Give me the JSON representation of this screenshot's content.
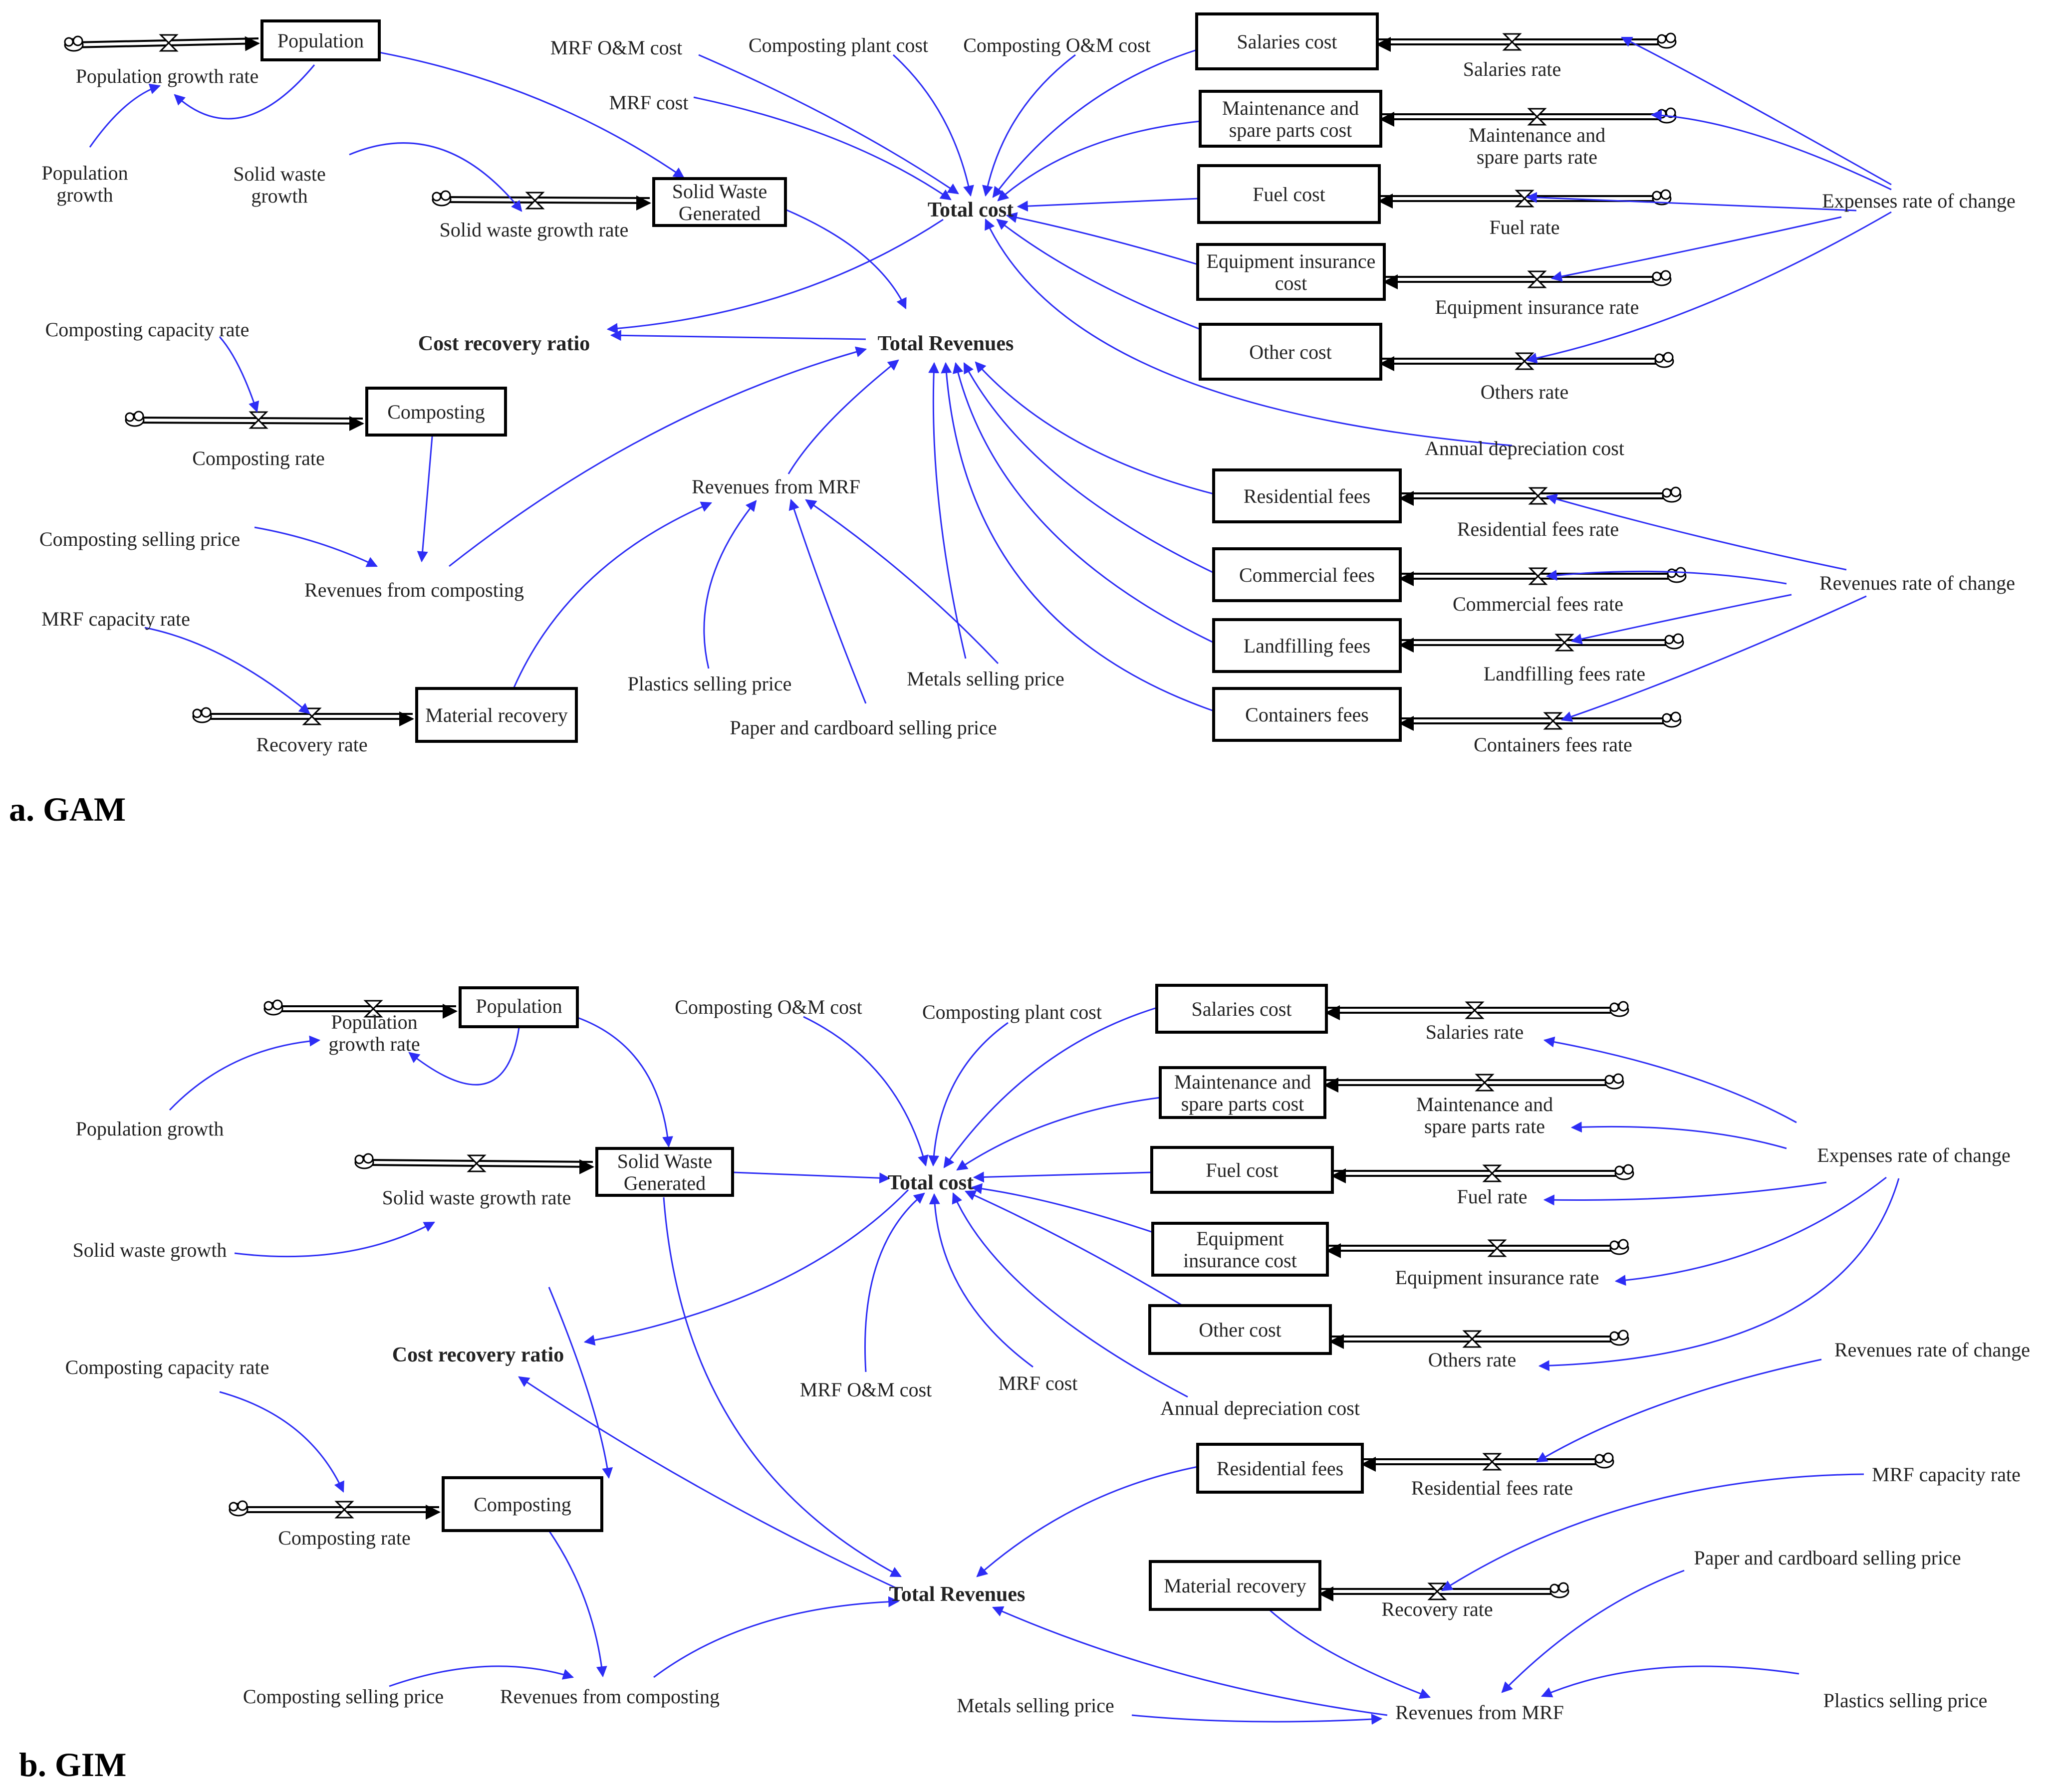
{
  "colors": {
    "link": "#2d2df5",
    "stock": "#000000",
    "text": "#222222"
  },
  "panels": [
    {
      "id": "gam",
      "label": "a. GAM",
      "nodes": {
        "population": "Population",
        "population_growth_rate": "Population growth rate",
        "population_growth": "Population\ngrowth",
        "solid_waste_growth": "Solid waste\ngrowth",
        "solid_waste_growth_rate": "Solid waste growth rate",
        "solid_waste_generated": "Solid Waste\nGenerated",
        "mrf_om_cost": "MRF O&M cost",
        "mrf_cost": "MRF cost",
        "composting_plant_cost": "Composting plant cost",
        "composting_om_cost": "Composting O&M cost",
        "total_cost": "Total cost",
        "salaries_cost": "Salaries cost",
        "salaries_rate": "Salaries rate",
        "maintenance_cost": "Maintenance and\nspare parts cost",
        "maintenance_rate": "Maintenance and\nspare parts rate",
        "fuel_cost": "Fuel cost",
        "fuel_rate": "Fuel rate",
        "equipment_insurance_cost": "Equipment insurance\ncost",
        "equipment_insurance_rate": "Equipment insurance rate",
        "other_cost": "Other cost",
        "others_rate": "Others rate",
        "expenses_rate_of_change": "Expenses rate of change",
        "annual_depreciation_cost": "Annual depreciation cost",
        "cost_recovery_ratio": "Cost recovery ratio",
        "total_revenues": "Total Revenues",
        "composting_capacity_rate": "Composting capacity rate",
        "composting": "Composting",
        "composting_rate": "Composting rate",
        "composting_selling_price": "Composting selling price",
        "revenues_from_composting": "Revenues from composting",
        "revenues_from_mrf": "Revenues from MRF",
        "mrf_capacity_rate": "MRF capacity rate",
        "material_recovery": "Material recovery",
        "recovery_rate": "Recovery rate",
        "plastics_selling_price": "Plastics selling price",
        "metals_selling_price": "Metals selling price",
        "paper_selling_price": "Paper and cardboard selling price",
        "residential_fees": "Residential fees",
        "residential_fees_rate": "Residential fees rate",
        "commercial_fees": "Commercial fees",
        "commercial_fees_rate": "Commercial fees rate",
        "landfilling_fees": "Landfilling fees",
        "landfilling_fees_rate": "Landfilling fees rate",
        "containers_fees": "Containers fees",
        "containers_fees_rate": "Containers fees rate",
        "revenues_rate_of_change": "Revenues rate of change"
      }
    },
    {
      "id": "gim",
      "label": "b. GIM",
      "nodes": {
        "population": "Population",
        "population_growth_rate": "Population\ngrowth rate",
        "population_growth": "Population growth",
        "solid_waste_growth_rate": "Solid waste growth rate",
        "solid_waste_growth": "Solid waste growth",
        "solid_waste_generated": "Solid Waste\nGenerated",
        "composting_om_cost": "Composting O&M cost",
        "composting_plant_cost": "Composting plant cost",
        "total_cost": "Total cost",
        "mrf_om_cost": "MRF O&M cost",
        "mrf_cost": "MRF cost",
        "annual_depreciation_cost": "Annual depreciation cost",
        "salaries_cost": "Salaries cost",
        "salaries_rate": "Salaries rate",
        "maintenance_cost": "Maintenance and\nspare parts cost",
        "maintenance_rate": "Maintenance and\nspare parts rate",
        "fuel_cost": "Fuel cost",
        "fuel_rate": "Fuel rate",
        "equipment_insurance_cost": "Equipment\ninsurance cost",
        "equipment_insurance_rate": "Equipment insurance rate",
        "other_cost": "Other cost",
        "others_rate": "Others rate",
        "expenses_rate_of_change": "Expenses rate of change",
        "revenues_rate_of_change": "Revenues rate of change",
        "cost_recovery_ratio": "Cost recovery ratio",
        "composting_capacity_rate": "Composting capacity rate",
        "composting": "Composting",
        "composting_rate": "Composting rate",
        "composting_selling_price": "Composting selling price",
        "revenues_from_composting": "Revenues from composting",
        "total_revenues": "Total Revenues",
        "residential_fees": "Residential fees",
        "residential_fees_rate": "Residential fees rate",
        "mrf_capacity_rate": "MRF capacity rate",
        "material_recovery": "Material recovery",
        "recovery_rate": "Recovery rate",
        "paper_selling_price": "Paper and cardboard selling price",
        "metals_selling_price": "Metals selling price",
        "revenues_from_mrf": "Revenues from MRF",
        "plastics_selling_price": "Plastics selling price"
      }
    }
  ]
}
